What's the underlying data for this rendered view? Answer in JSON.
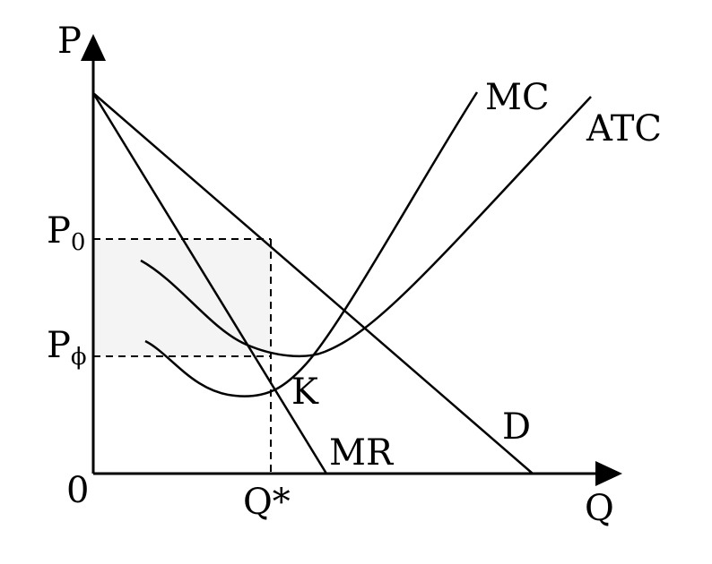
{
  "labels": {
    "p_axis": "P",
    "q_axis": "Q",
    "origin": "0",
    "mc": "MC",
    "atc": "ATC",
    "d": "D",
    "mr": "MR",
    "k": "K",
    "q_star": "Q*",
    "p0_main": "P",
    "p0_sub": "0",
    "pf_main": "P",
    "pf_sub": "ϕ"
  },
  "colors": {
    "ink": "#000000",
    "shade": "#f4f4f4"
  }
}
